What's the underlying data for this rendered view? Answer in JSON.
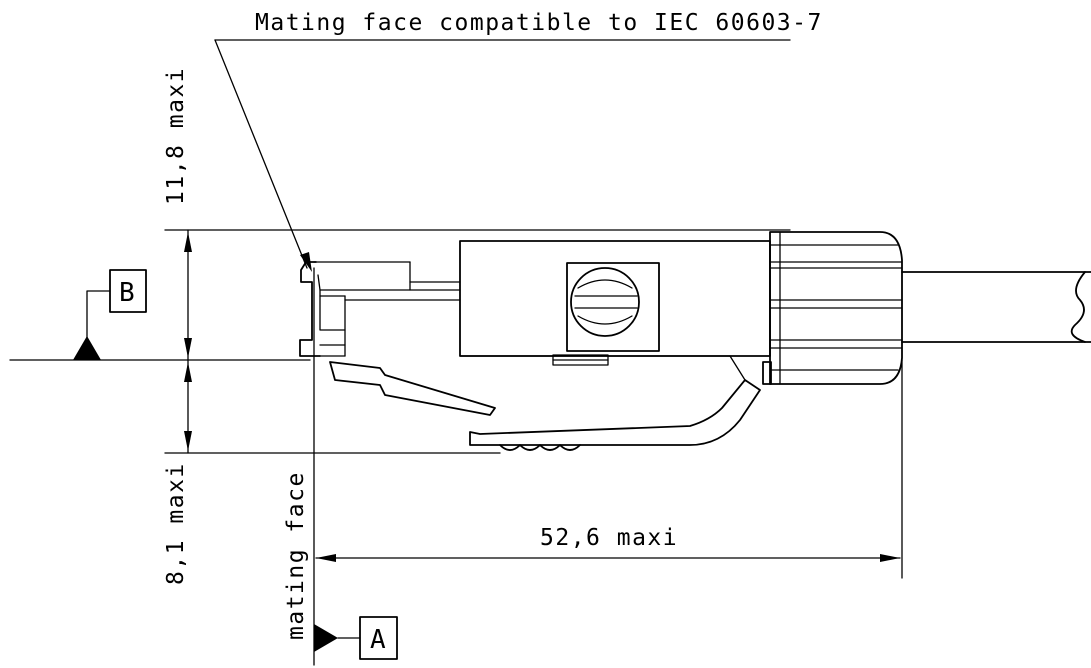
{
  "annotations": {
    "mating_face_note": "Mating face compatible to IEC 60603-7",
    "top_height": "11,8 maxi",
    "bottom_height": "8,1 maxi",
    "length": "52,6 maxi",
    "mating_face": "mating face"
  },
  "datums": {
    "a": "A",
    "b": "B"
  }
}
